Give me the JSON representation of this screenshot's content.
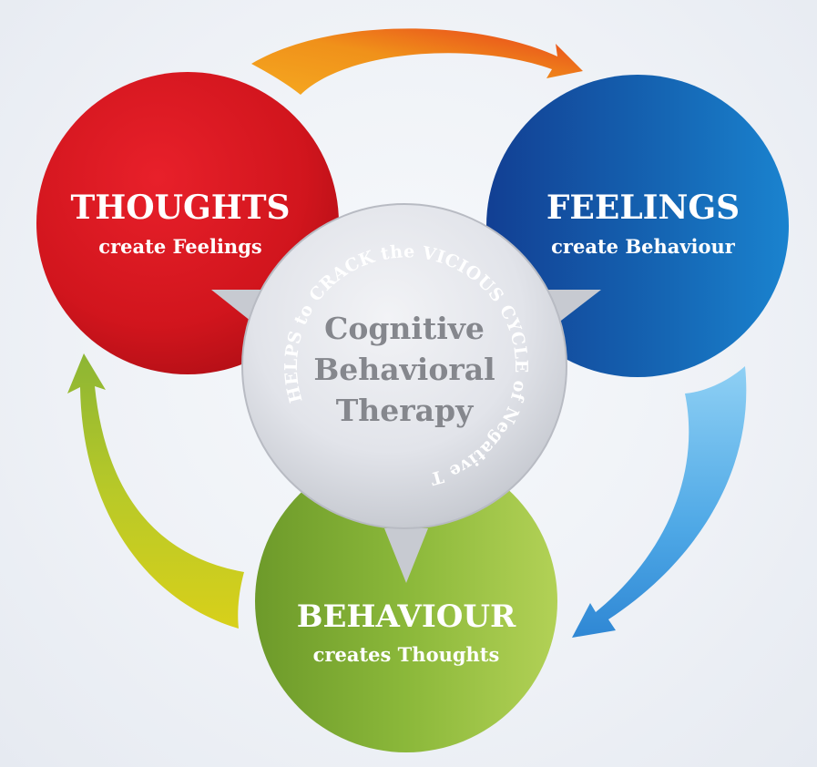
{
  "nodes": {
    "thoughts": {
      "title": "THOUGHTS",
      "subtitle": "create Feelings",
      "color": "#d8141c"
    },
    "feelings": {
      "title": "FEELINGS",
      "subtitle": "create Behaviour",
      "color": "#1566b4"
    },
    "behaviour": {
      "title": "BEHAVIOUR",
      "subtitle": "creates Thoughts",
      "color": "#8bb83a"
    }
  },
  "center": {
    "line1": "Cognitive",
    "line2": "Behavioral",
    "line3": "Therapy",
    "ring_text": "HELPS to CRACK the VICIOUS CYCLE of Negative Thinking and Feeling"
  },
  "arrows": {
    "thoughts_to_feelings": {
      "color": "#f29a12"
    },
    "feelings_to_behaviour": {
      "color": "#5bb3e8"
    },
    "behaviour_to_thoughts": {
      "color": "#a9c52a"
    }
  }
}
